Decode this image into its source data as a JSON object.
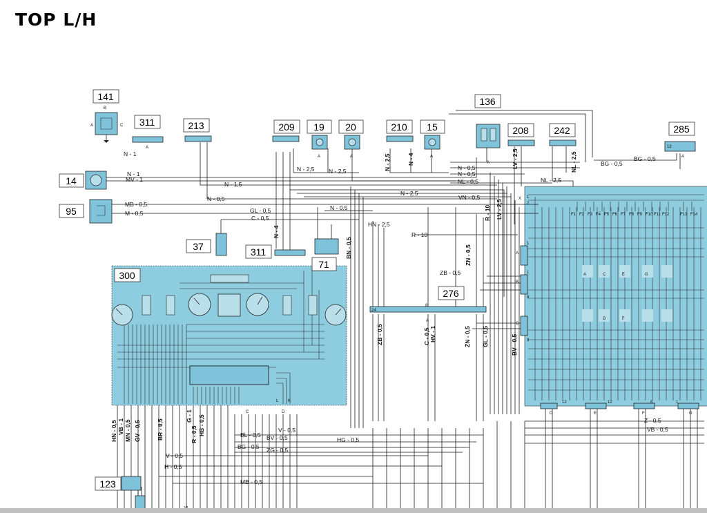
{
  "page": {
    "title": "TOP L/H"
  },
  "components": {
    "141": "141",
    "311a": "311",
    "213": "213",
    "209": "209",
    "19": "19",
    "20": "20",
    "210": "210",
    "15": "15",
    "136": "136",
    "208": "208",
    "242": "242",
    "285": "285",
    "14": "14",
    "95": "95",
    "37": "37",
    "311b": "311",
    "71": "71",
    "300": "300",
    "276": "276",
    "123": "123"
  },
  "wires_top": {
    "n1_a": "N - 1",
    "n1_b": "N - 1",
    "mv1": "MV - 1",
    "n15": "N - 1,5",
    "n05_a": "N - 0,5",
    "mb05": "MB - 0,5",
    "m05": "M - 0,5",
    "gl05": "GL - 0,5",
    "c05": "C - 0,5",
    "n4_a": "N - 4",
    "n05_b": "N - 0,5",
    "hn25": "HN - 2,5",
    "bn05": "BN - 0,5",
    "r10_a": "R - 10",
    "n25_a": "N - 2,5",
    "n25_b": "N - 2,5",
    "n25_c": "N - 2,5",
    "n4_b": "N - 4",
    "n25_d": "N - 2,5",
    "n05_c": "N - 0,5",
    "n05_d": "N - 0,5",
    "nl05": "NL - 0,5",
    "vn05": "VN - 0,5",
    "r10_b": "R - 10",
    "lv25_a": "LV - 2,5",
    "lv25_b": "LV - 2,5",
    "nl25_a": "NL - 2,5",
    "nl25_b": "NL - 2,5",
    "bg05_a": "BG - 0,5",
    "bg05_b": "BG - 0,5",
    "zn05_a": "ZN - 0,5",
    "zb05_a": "ZB - 0,5"
  },
  "wires_mid": {
    "zb05_b": "ZB - 0,5",
    "c05_b": "C - 0,5",
    "hv1": "HV - 1",
    "zn05_b": "ZN - 0,5",
    "gl05_b": "GL - 0,5",
    "bv05_a": "BV - 0,5"
  },
  "wires_bottom": {
    "hn05": "HN - 0,5",
    "vb1": "VB - 1",
    "mn05": "MN - 0,5",
    "gv05": "GV - 0,5",
    "br05": "BR - 0,5",
    "g1": "G - 1",
    "r05": "R - 0,5",
    "hb05": "HB - 0,5",
    "v05_a": "V - 0,5",
    "bl05": "BL - 0,5",
    "bv05_b": "BV - 0,5",
    "hg05": "HG - 0,5",
    "bg05_c": "BG - 0,5",
    "zg05": "ZG - 0,5",
    "v05_b": "V - 0,5",
    "h05": "H - 0,5",
    "mb05_b": "MB - 0,5",
    "z05": "Z - 0,5",
    "vb05": "VB - 0,5"
  },
  "fuses_left": [
    "F1",
    "F2",
    "F3",
    "F4",
    "F5",
    "F6",
    "F7",
    "F8",
    "F9",
    "F10",
    "F11",
    "F12"
  ],
  "fuses_right": [
    "F13",
    "F14"
  ],
  "pin_labels": {
    "a": "A",
    "b": "B",
    "c": "C",
    "d": "D",
    "e": "E",
    "f": "F",
    "g": "G",
    "k": "K",
    "l": "L",
    "x": "X",
    "one": "1",
    "two": "2",
    "six": "6",
    "eight": "8",
    "twelve": "12",
    "twentyfour": "24",
    "five": "5"
  },
  "colors": {
    "panel": "#8ecde0",
    "panel_light": "#b9dfeb",
    "wire": "#1a1a1a",
    "background": "#ffffff"
  }
}
